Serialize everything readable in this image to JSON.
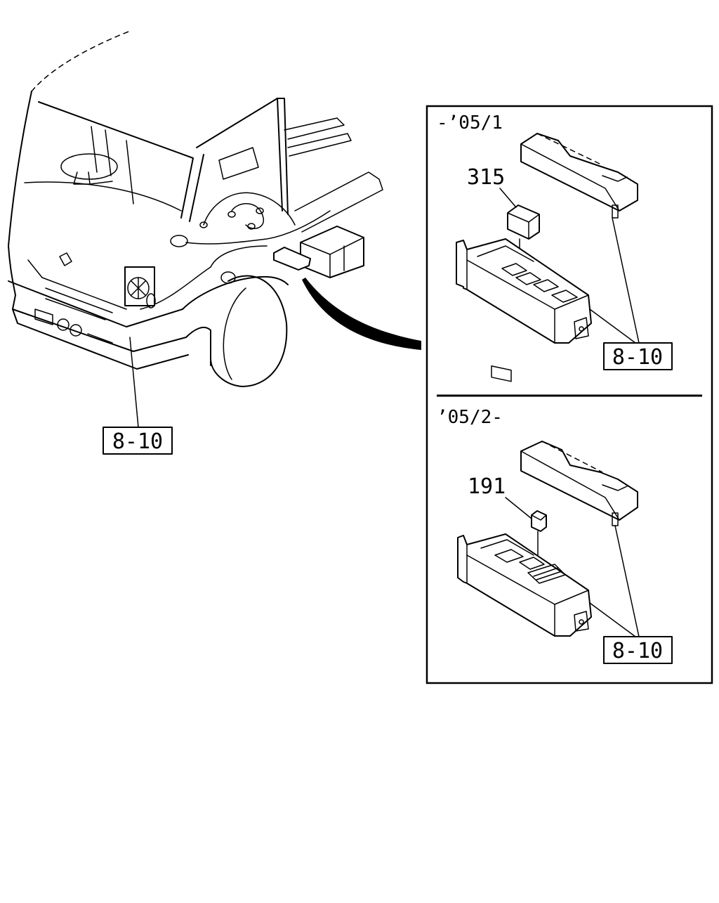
{
  "callouts": {
    "main_ref": "8-10",
    "upper_ref": "8-10",
    "lower_ref": "8-10"
  },
  "upper_panel": {
    "version_label": "-’05/1",
    "part_number": "315"
  },
  "lower_panel": {
    "version_label": "’05/2-",
    "part_number": "191"
  }
}
